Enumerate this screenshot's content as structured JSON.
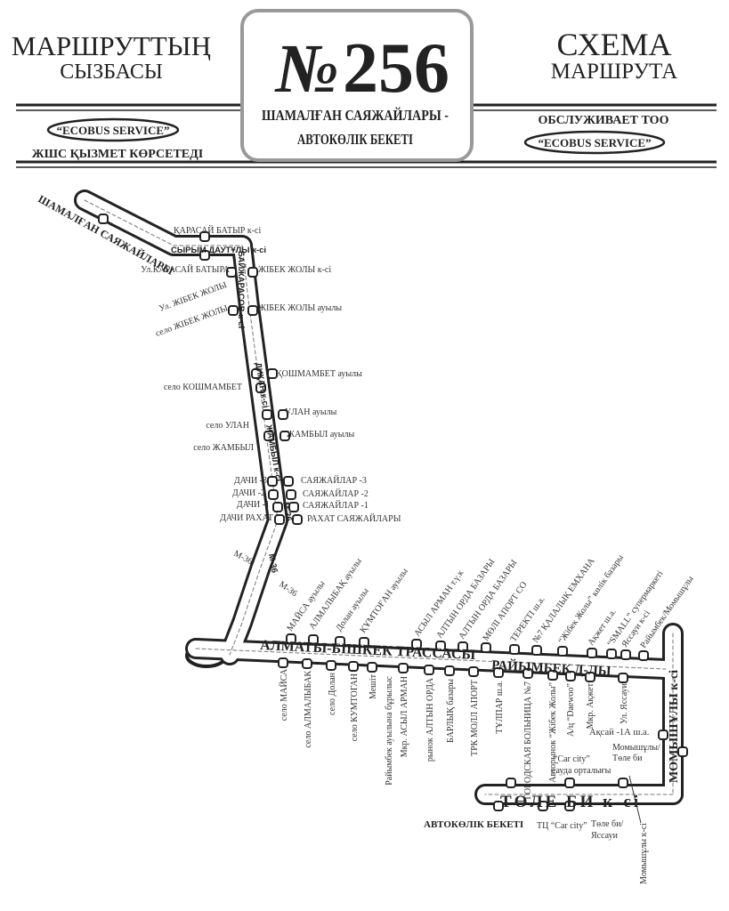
{
  "header": {
    "left_title_1": "МАРШРУТТЫҢ",
    "left_title_2": "СЫЗБАСЫ",
    "left_operator": "“ECOBUS SERVICE”",
    "left_operator_caption": "ЖШС ҚЫЗМЕТ КӨРСЕТЕДІ",
    "route_sign": "№",
    "route_number": "256",
    "route_name_1": "ШАМАЛҒАН САЯЖАЙЛАРЫ -",
    "route_name_2": "АВТОКӨЛІК БЕКЕТІ",
    "right_title_1": "СХЕМА",
    "right_title_2": "МАРШРУТА",
    "right_operator_caption": "ОБСЛУЖИВАЕТ ТОО",
    "right_operator": "“ECOBUS SERVICE”"
  },
  "streets": {
    "start": "ШАМАЛҒАН САЯЖАЙЛАРЫ",
    "karasai": "ҚАРАСАЙ БАТЫР к-сі",
    "syrym": "СЫРЫМ ДАУТҰЛЫ к-сі",
    "baizharasov": "БАЙЖАРАСОВ к-сі",
    "dikhan": "ДИҚАН к-сі",
    "zhambyl": "ЖАМБЫЛ к-сі",
    "m36": "М-36",
    "trassa": "АЛМАТЫ-БІШКЕК ТРАССАСЫ",
    "raiymbek": "РАЙЫМБЕК Д-ЛЫ",
    "momyshuly": "МОМЫШҰЛЫ к-сі",
    "tole_bi": "ТӨЛЕ БИ  к-сі",
    "end": "АВТОКӨЛІК БЕКЕТІ"
  },
  "stops_north": [
    "Ул.КАРАСАЙ БАТЫРА",
    "ЖІБЕК ЖОЛЫ к-сі",
    "Ул. ЖІБЕК ЖОЛЫ",
    "село ЖІБЕК ЖОЛЫ",
    "ЖІБЕК ЖОЛЫ ауылы",
    "ҚОШМАМБЕТ ауылы",
    "село КОШМАМБЕТ",
    "ҰЛАН ауылы",
    "село УЛАН",
    "ЖАМБЫЛ ауылы",
    "село ЖАМБЫЛ",
    "ДАЧИ -3",
    "ДАЧИ -2",
    "ДАЧИ -1",
    "ДАЧИ РАХАТ",
    "САЯЖАЙЛАР -3",
    "САЯЖАЙЛАР -2",
    "САЯЖАЙЛАР -1",
    "РАХАТ САЯЖАЙЛАРЫ"
  ],
  "stops_upper": [
    "МАЙСА ауылы",
    "АЛМАЛЫБАҚ ауылы",
    "Долан ауылы",
    "ҚҰМТОҒАН ауылы",
    "АСЫЛ АРМАН т.ү.к",
    "АЛТЫН ОРДА БАЗАРЫ",
    "АЛТЫН ОРДА БАЗАРЫ",
    "МӨЛІ АПОРТ СО",
    "ТЕРЕКТІ ш.а.",
    "№7 ҚАЛАЛЫҚ ЕМХАНА",
    "“Жібек Жолы” көлік базары",
    "Ақжет ш.а.",
    "“SMALL” супермаркеті",
    "Яссауи к-сі",
    "Райымбек/Момышұлы"
  ],
  "stops_lower": [
    "село МАЙСА",
    "село АЛМАЛЫБАК",
    "село Долан",
    "село КУМТОГАН",
    "Мешіт",
    "Райымбек ауылына бұрылыс",
    "Мкр. АСЫЛ АРМАН",
    "рынок АЛТЫН ОРДА",
    "БАРЛЫҚ базары",
    "ТРК МОЛЛ АПОРТ",
    "ТҰЛПАР ш.а.",
    "ГОРОДСКАЯ БОЛЬНИЦА №7",
    "Авторынок “Жібек Жолы”",
    "А/ц “Daewoo”",
    "Мкр. Ақжет",
    "Ул. Яссауи"
  ],
  "stops_south": {
    "aksai": "Ақсай -1А ш.а.",
    "momysh_tole_1": "Момышұлы/",
    "momysh_tole_2": "Төле би",
    "carcity_1": "“Car city”",
    "carcity_2": "сауда орталығы",
    "tc_carcity": "ТЦ “Car city”",
    "tole_yassaui_1": "Төле би/",
    "tole_yassaui_2": "Яссауи",
    "momyshuly_street": "Момышұлы к-сі"
  },
  "colors": {
    "ink": "#222222",
    "frame": "#999999"
  }
}
